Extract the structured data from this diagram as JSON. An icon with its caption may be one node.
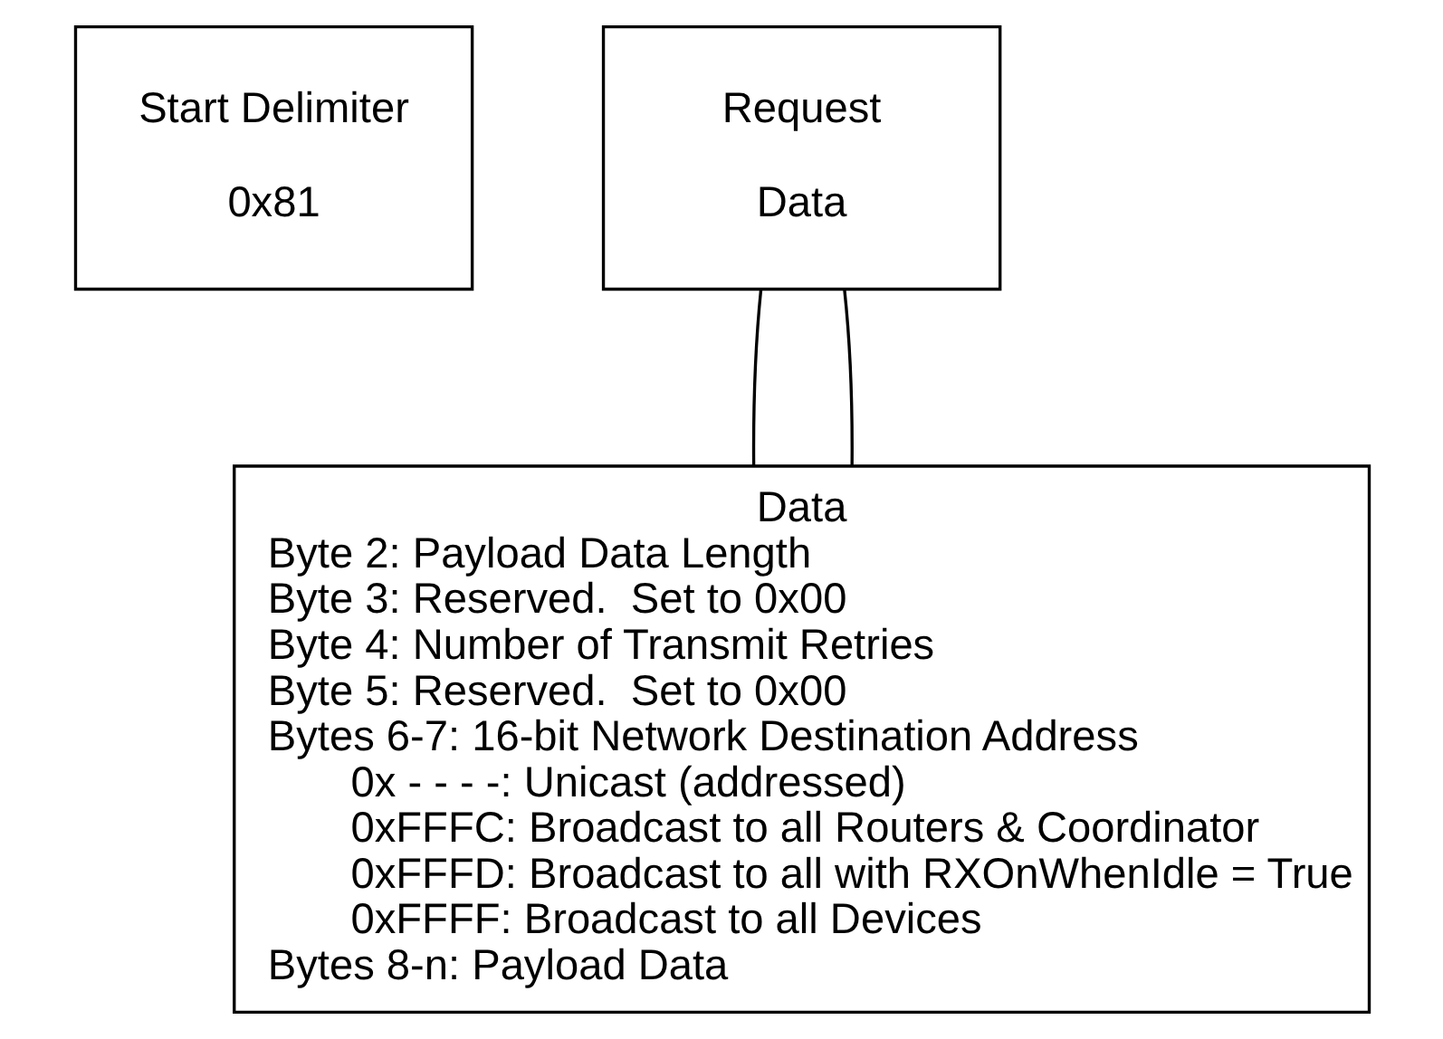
{
  "diagram": {
    "nodes": [
      {
        "text": [
          "Start Delimiter",
          "0x81"
        ]
      },
      {
        "text": [
          "Request",
          "Data"
        ]
      },
      {
        "text": [
          "Data",
          "Byte 2: Payload Data Length",
          "Byte 3: Reserved.  Set to 0x00",
          "Byte 4: Number of Transmit Retries",
          "Byte 5: Reserved.  Set to 0x00",
          "Bytes 6-7: 16-bit Network Destination Address",
          "0x - - - -: Unicast (addressed)",
          "0xFFFC: Broadcast to all Routers & Coordinator",
          "0xFFFD: Broadcast to all with RXOnWhenIdle = True",
          "0xFFFF: Broadcast to all Devices",
          "Bytes 8-n: Payload Data"
        ]
      }
    ],
    "edges": [
      {
        "from": 1,
        "to": 2,
        "arrow": "none"
      },
      {
        "from": 1,
        "to": 2,
        "arrow": "none"
      }
    ]
  }
}
